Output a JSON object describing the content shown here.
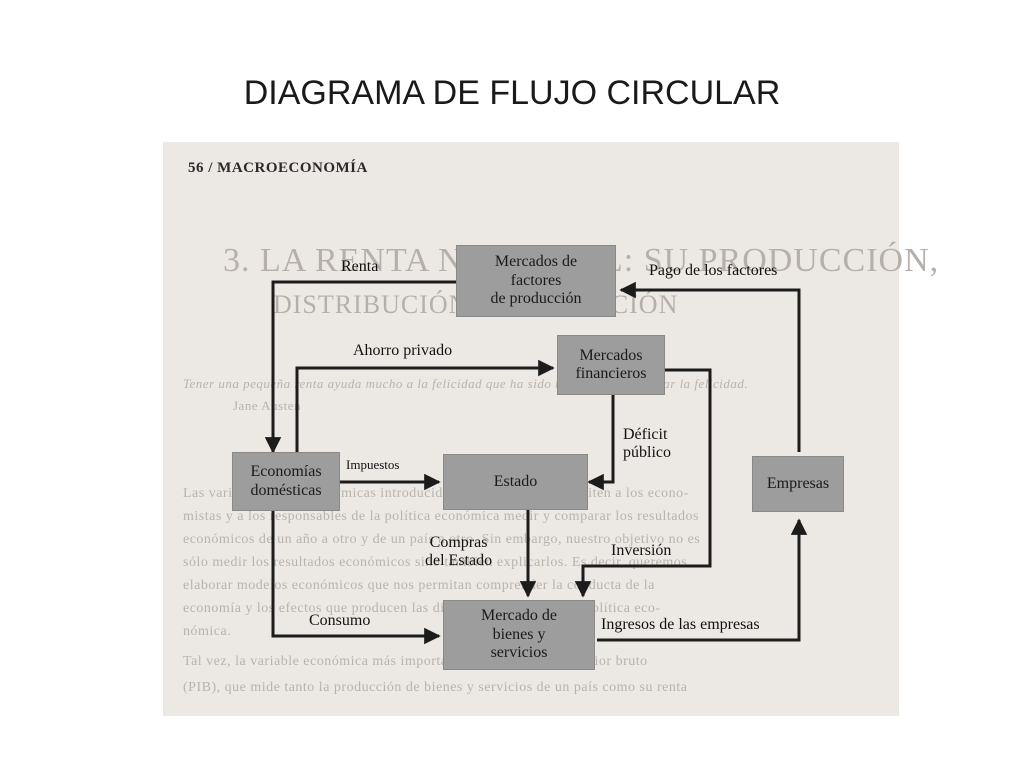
{
  "slide": {
    "title": "DIAGRAMA DE FLUJO CIRCULAR"
  },
  "book_page": {
    "header": "56 / MACROECONOMÍA",
    "chapter_heading": "3. LA RENTA NACIONAL: SU PRODUCCIÓN,",
    "chapter_subheading": "DISTRIBUCIÓN Y UTILIZACIÓN",
    "epigraph": "Tener una pequeña renta ayuda mucho a la felicidad que ha sido mucho para alcanzar la felicidad.",
    "epigraph_author": "Jane Austen",
    "body_lines": [
      "Las variables macroeconómicas introducidas en el capítulo 2 permiten a los econo-",
      "mistas y a los responsables de la política económica medir y comparar los resultados",
      "económicos de un año a otro y de un país a otro. Sin embargo, nuestro objetivo no es",
      "sólo medir los resultados económicos sino también explicarlos. Es decir, queremos",
      "elaborar modelos económicos que nos permitan comprender la conducta de la",
      "economía y los efectos que producen las diferentes medidas de la política eco-",
      "nómica.",
      "Tal vez, la variable económica más importante sea el producto interior bruto",
      "(PIB), que mide tanto la producción de bienes y servicios de un país como su renta"
    ]
  },
  "diagram": {
    "nodes": {
      "factor_markets": "Mercados de\nfactores\nde producción",
      "financial_markets": "Mercados\nfinancieros",
      "households": "Economías\ndomésticas",
      "government": "Estado",
      "firms": "Empresas",
      "goods_market": "Mercado de\nbienes y\nservicios"
    },
    "flows": {
      "income": "Renta",
      "factor_payments": "Pago de los factores",
      "private_saving": "Ahorro privado",
      "taxes": "Impuestos",
      "public_deficit": "Déficit\npúblico",
      "government_purchases": "Compras\ndel Estado",
      "investment": "Inversión",
      "consumption": "Consumo",
      "firm_revenue": "Ingresos de las empresas"
    }
  },
  "colors": {
    "node_fill": "#9e9d9d",
    "arrow": "#1c1c1c",
    "paper": "#ece8e4",
    "bleed_text": "#b9b3ae"
  }
}
